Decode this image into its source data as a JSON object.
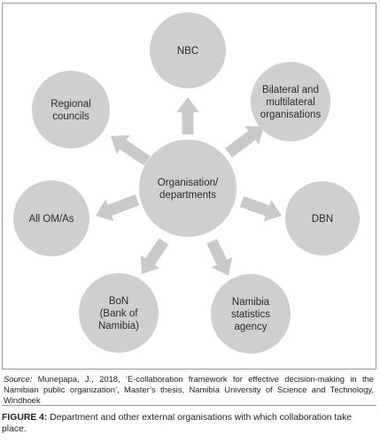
{
  "diagram": {
    "center": {
      "lines": [
        "Organisation/",
        "departments"
      ]
    },
    "nodes": [
      {
        "id": "nbc",
        "lines": [
          "NBC"
        ]
      },
      {
        "id": "bilateral",
        "lines": [
          "Bilateral and",
          "multilateral",
          "organisations"
        ]
      },
      {
        "id": "dbn",
        "lines": [
          "DBN"
        ]
      },
      {
        "id": "namibia-statistics",
        "lines": [
          "Namibia",
          "statistics",
          "agency"
        ]
      },
      {
        "id": "bon",
        "lines": [
          "BoN",
          "(Bank of",
          "Namibia)"
        ]
      },
      {
        "id": "all-om-as",
        "lines": [
          "All OM/As"
        ]
      },
      {
        "id": "regional-councils",
        "lines": [
          "Regional",
          "councils"
        ]
      }
    ],
    "colors": {
      "circle": "#cfcfcf",
      "arrow": "#c9c9c9",
      "frame": "#9a9a9a"
    }
  },
  "source_note": {
    "label": "Source:",
    "text": "Munepapa, J., 2018, ‘E-collaboration framework for effective decision-making in the Namibian public organization’, Master’s thesis, Namibia University of Science and Technology, Windhoek"
  },
  "caption": {
    "label": "FIGURE 4:",
    "text": "Department and other external organisations with which collaboration take place."
  }
}
